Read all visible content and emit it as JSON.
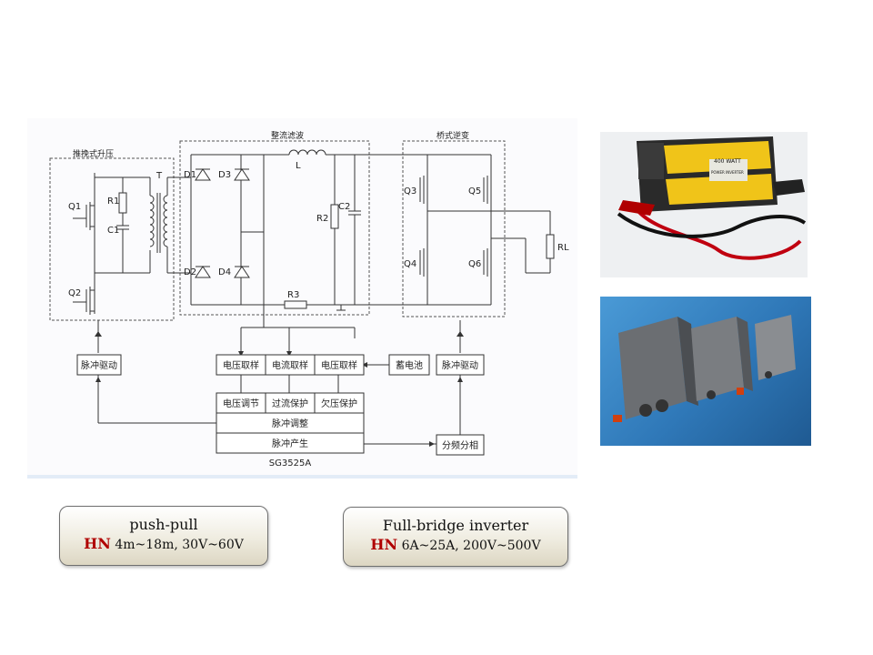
{
  "schematic": {
    "sections": {
      "push_pull": "推挽式升压",
      "rectifier": "整流滤波",
      "bridge": "桥式逆变"
    },
    "components": {
      "transformer": "T",
      "inductor": "L",
      "q1": "Q1",
      "q2": "Q2",
      "q3": "Q3",
      "q4": "Q4",
      "q5": "Q5",
      "q6": "Q6",
      "r1": "R1",
      "c1": "C1",
      "r2": "R2",
      "c2": "C2",
      "r3": "R3",
      "rl": "RL",
      "d1": "D1",
      "d2": "D2",
      "d3": "D3",
      "d4": "D4"
    },
    "blocks": {
      "pulse_drive_left": "脉冲驱动",
      "pulse_drive_right": "脉冲驱动",
      "voltage_sample_1": "电压取样",
      "current_sample": "电流取样",
      "voltage_sample_2": "电压取样",
      "battery": "蓄电池",
      "voltage_regulation": "电压调节",
      "overcurrent_protection": "过流保护",
      "undervoltage_protection": "欠压保护",
      "pulse_modulation": "脉冲调整",
      "pulse_generation": "脉冲产生",
      "frequency_divider": "分频分相",
      "chip": "SG3525A"
    }
  },
  "photos": {
    "top_inverter_label": "400 WATT",
    "top_inverter_sublabel": "POWER INVERTER"
  },
  "labels": {
    "push_pull": {
      "title": "push-pull",
      "brand": "HN",
      "spec": "4m~18m, 30V~60V"
    },
    "full_bridge": {
      "title": "Full-bridge inverter",
      "brand": "HN",
      "spec": "6A~25A, 200V~500V"
    }
  },
  "colors": {
    "brand_red": "#b00000",
    "label_box_bottom": "#dcd6c2",
    "photo_blue": "#2f78b8"
  }
}
